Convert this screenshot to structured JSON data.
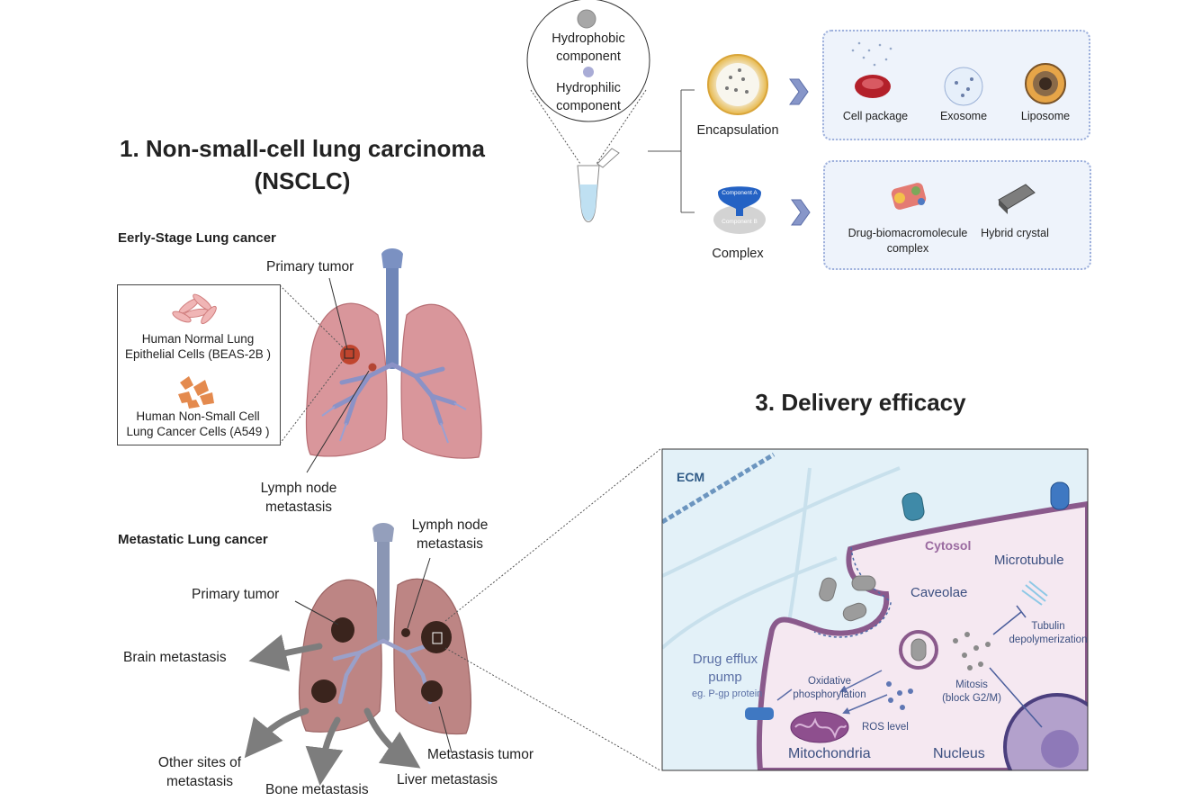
{
  "section1": {
    "title_line1": "1. Non-small-cell lung carcinoma",
    "title_line2": "(NSCLC)",
    "early": {
      "heading": "Eerly-Stage Lung cancer",
      "primary_tumor": "Primary tumor",
      "normal_cells_line1": "Human Normal Lung",
      "normal_cells_line2": "Epithelial Cells (BEAS-2B )",
      "cancer_cells_line1": "Human Non-Small Cell",
      "cancer_cells_line2": "Lung Cancer Cells (A549 )",
      "lymph_line1": "Lymph node",
      "lymph_line2": "metastasis"
    },
    "metastatic": {
      "heading": "Metastatic Lung cancer",
      "primary_tumor": "Primary tumor",
      "lymph_line1": "Lymph node",
      "lymph_line2": "metastasis",
      "brain": "Brain metastasis",
      "other_line1": "Other sites of",
      "other_line2": "metastasis",
      "bone": "Bone metastasis",
      "liver": "Liver metastasis",
      "tumor": "Metastasis tumor"
    }
  },
  "section2": {
    "hydrophobic_line1": "Hydrophobic",
    "hydrophobic_line2": "component",
    "hydrophilic_line1": "Hydrophilic",
    "hydrophilic_line2": "component",
    "encapsulation": "Encapsulation",
    "complex": "Complex",
    "component_a": "Component A",
    "component_b": "Component B",
    "encaps_items": [
      "Cell package",
      "Exosome",
      "Liposome"
    ],
    "complex_item1_line1": "Drug-biomacromolecule",
    "complex_item1_line2": "complex",
    "complex_item2": "Hybrid crystal"
  },
  "section3": {
    "title": "3. Delivery efficacy",
    "ecm": "ECM",
    "cytosol": "Cytosol",
    "microtubule": "Microtubule",
    "caveolae": "Caveolae",
    "tubulin_line1": "Tubulin",
    "tubulin_line2": "depolymerization",
    "efflux_line1": "Drug efflux",
    "efflux_line2": "pump",
    "efflux_line3": "eg. P-gp protein",
    "oxidative_line1": "Oxidative",
    "oxidative_line2": "phosphorylation",
    "mitosis_line1": "Mitosis",
    "mitosis_line2": "(block G2/M)",
    "ros": "ROS level",
    "mitochondria": "Mitochondria",
    "nucleus": "Nucleus"
  },
  "colors": {
    "lung": "#d9969b",
    "trachea": "#6f86b8",
    "tumor": "#3a241d",
    "membrane": "#8a5a8c",
    "panel_bg": "#e3f1f8",
    "cytosol_bg": "#f5e8f1",
    "arrow": "#7b8fc4",
    "gray_arrow": "#7d7d7d"
  }
}
